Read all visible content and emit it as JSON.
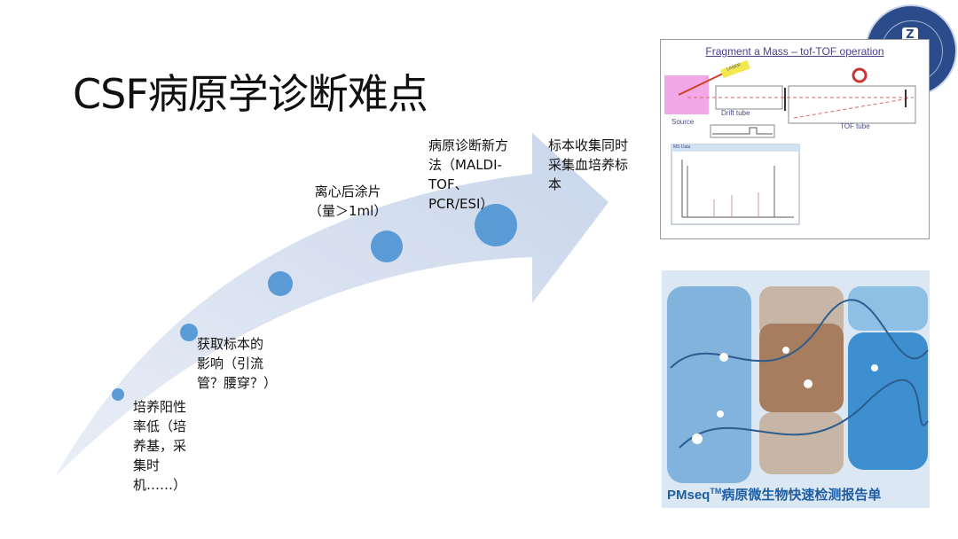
{
  "slide": {
    "title": "CSF病原学诊断难点",
    "steps": [
      {
        "lines": [
          "培养阳性",
          "率低（培",
          "养基，采",
          "集时",
          "机……）"
        ]
      },
      {
        "lines": [
          "获取标本的",
          "影响（引流",
          "管？腰穿？）"
        ]
      },
      {
        "lines": [
          "离心后涂片",
          "（量＞1ml）"
        ]
      },
      {
        "lines": [
          "病原诊断新方",
          "法（MALDI-",
          "TOF、",
          "PCR/ESI）"
        ]
      },
      {
        "lines": [
          "标本收集同时",
          "采集血培养标",
          "本"
        ]
      }
    ]
  },
  "figure_tof": {
    "heading": "Fragment a Mass – tof-TOF operation",
    "laser": "LASER",
    "source": "Source",
    "drift": "Drift tube",
    "tof": "TOF tube",
    "ms_window": "MS Data"
  },
  "figure_pmseq": {
    "brand": "PMseq",
    "tm": "TM",
    "caption": "病原微生物快速检测报告单"
  },
  "colors": {
    "arrow": "#d3deee",
    "dot": "#5b9bd5",
    "seal": "#2b4b8a"
  }
}
